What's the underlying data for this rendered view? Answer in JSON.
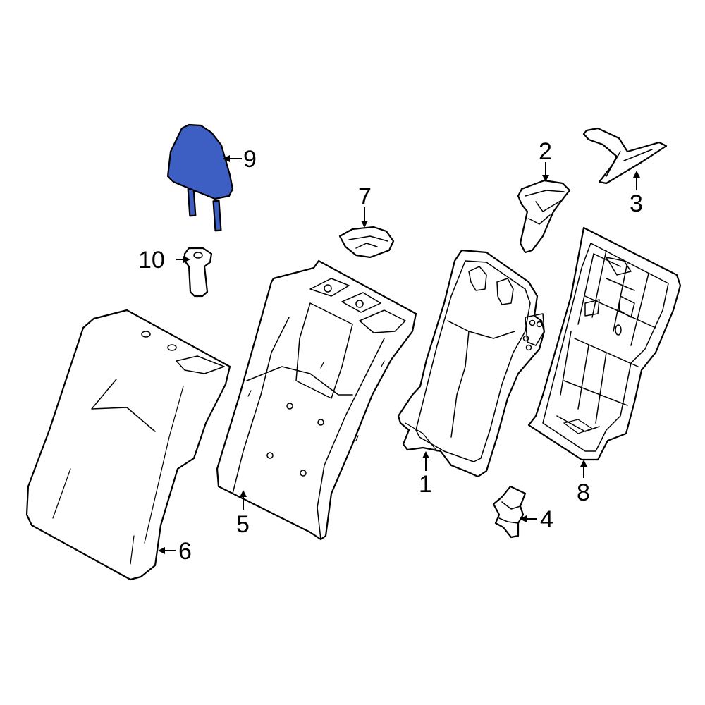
{
  "highlight_color": "#3d5fc4",
  "outline_color": "#000000",
  "background_color": "#ffffff",
  "callouts": {
    "c1": "1",
    "c2": "2",
    "c3": "3",
    "c4": "4",
    "c5": "5",
    "c6": "6",
    "c7": "7",
    "c8": "8",
    "c9": "9",
    "c10": "10"
  }
}
